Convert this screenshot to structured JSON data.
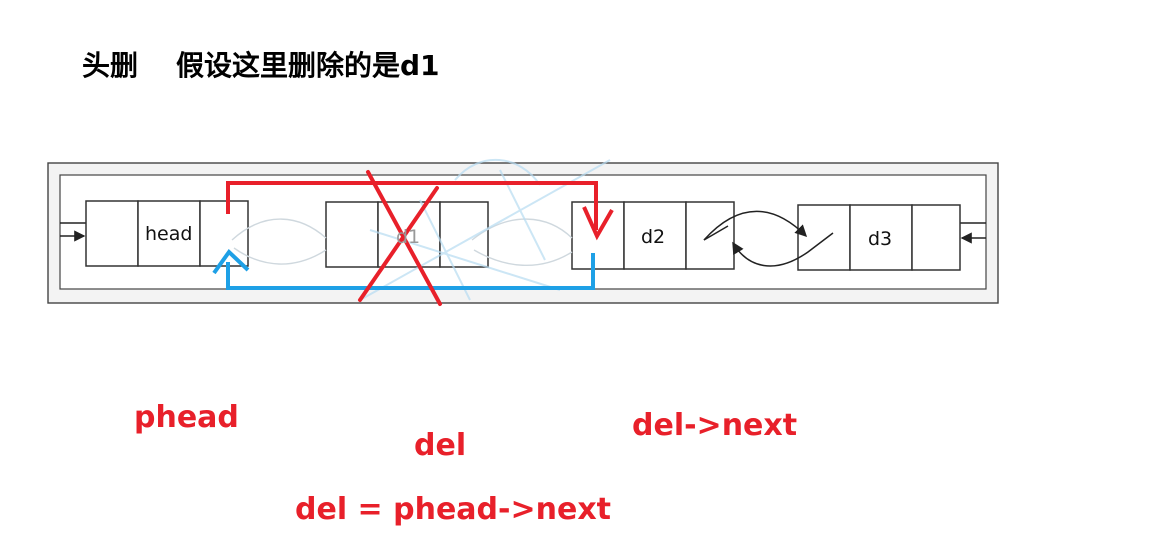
{
  "title": {
    "part1": "头删",
    "part2": "假设这里删除的是d1"
  },
  "nodes": {
    "head": "head",
    "d1": "d1",
    "d2": "d2",
    "d3": "d3"
  },
  "labels": {
    "phead": "phead",
    "del": "del",
    "del_next": "del->next",
    "assign": "del = phead->next"
  },
  "colors": {
    "red": "#e8202a",
    "blue": "#1ea0e6"
  }
}
